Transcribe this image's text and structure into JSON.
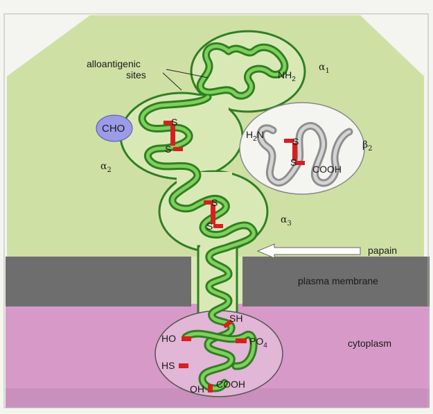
{
  "labels": {
    "alloantigenic_line1": "alloantigenic",
    "alloantigenic_line2": "sites",
    "nh2_main": "NH",
    "nh2_sub": "2",
    "alpha1_sym": "α",
    "alpha1_sub": "1",
    "alpha2_sym": "α",
    "alpha2_sub": "2",
    "alpha3_sym": "α",
    "alpha3_sub": "3",
    "beta2_sym": "β",
    "beta2_sub": "2",
    "cho": "CHO",
    "h2n_h": "H",
    "h2n_sub": "2",
    "h2n_n": "N",
    "cooh_beta": "COOH",
    "s": "S",
    "papain": "papain",
    "plasma_membrane": "plasma membrane",
    "cytoplasm": "cytoplasm",
    "sh": "SH",
    "ho": "HO",
    "po4_main": "PO",
    "po4_sub": "4",
    "hs": "HS",
    "oh": "OH",
    "cooh_tail": "COOH"
  },
  "colors": {
    "background_region": "#cfe0a4",
    "plasma_membrane": "#6e6e6e",
    "cytoplasm": "#d79ac8",
    "protein_chain": "#3f9c2e",
    "protein_chain_light": "#7fcf5c",
    "beta2_chain": "#b9b9b9",
    "disulfide": "#d81f1f",
    "cho_ellipse": "#9b9be8"
  }
}
